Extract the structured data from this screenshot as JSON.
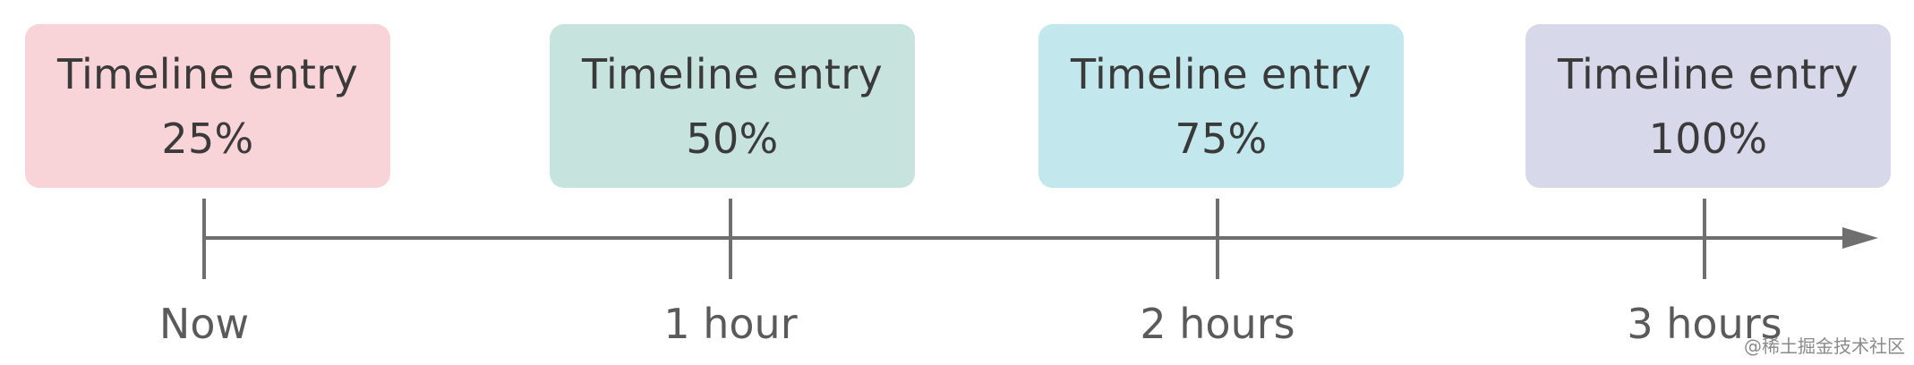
{
  "entries": [
    {
      "title": "Timeline entry",
      "value": "25%",
      "color": "#f8d3d8"
    },
    {
      "title": "Timeline entry",
      "value": "50%",
      "color": "#c7e3dd"
    },
    {
      "title": "Timeline entry",
      "value": "75%",
      "color": "#c2e7ec"
    },
    {
      "title": "Timeline entry",
      "value": "100%",
      "color": "#d7d9ea"
    }
  ],
  "ticks": [
    "Now",
    "1 hour",
    "2 hours",
    "3 hours"
  ],
  "axis_color": "#6f6f6f",
  "watermark": "@稀土掘金技术社区"
}
